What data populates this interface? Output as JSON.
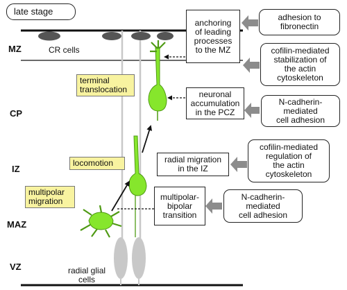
{
  "title": "late stage",
  "zones": {
    "mz": "MZ",
    "cp": "CP",
    "iz": "IZ",
    "maz": "MAZ",
    "vz": "VZ"
  },
  "cr_cells_label": "CR cells",
  "radial_glial_label": [
    "radial glial",
    "cells"
  ],
  "migration_modes": {
    "terminal": [
      "terminal",
      "translocation"
    ],
    "locomotion": [
      "locomotion"
    ],
    "multipolar": [
      "multipolar",
      "migration"
    ]
  },
  "processes": {
    "anchoring": [
      "anchoring",
      "of leading",
      "processes",
      "to the MZ"
    ],
    "accumulation": [
      "neuronal",
      "accumulation",
      "in the PCZ"
    ],
    "radial_iz": [
      "radial migration",
      "in the IZ"
    ],
    "transition": [
      "multipolar-",
      "bipolar",
      "transition"
    ]
  },
  "mechanisms": {
    "adhesion_fn": [
      "adhesion to",
      "fibronectin"
    ],
    "cofilin_stab": [
      "cofilin-mediated",
      "stabilization of",
      "the actin",
      "cytoskeleton"
    ],
    "ncad1": [
      "N-cadherin-",
      "mediated",
      "cell adhesion"
    ],
    "cofilin_reg": [
      "cofilin-mediated",
      "regulation of",
      "the actin",
      "cytoskeleton"
    ],
    "ncad2": [
      "N-cadherin-",
      "mediated",
      "cell adhesion"
    ]
  },
  "colors": {
    "neuron_fill": "#86e62c",
    "neuron_stroke": "#4f9a14",
    "label_fill": "#f8f3a0",
    "glia_fill": "#c8c8c8",
    "arrow_gray": "#8c8c8c",
    "cr_cell_fill": "#555555"
  }
}
